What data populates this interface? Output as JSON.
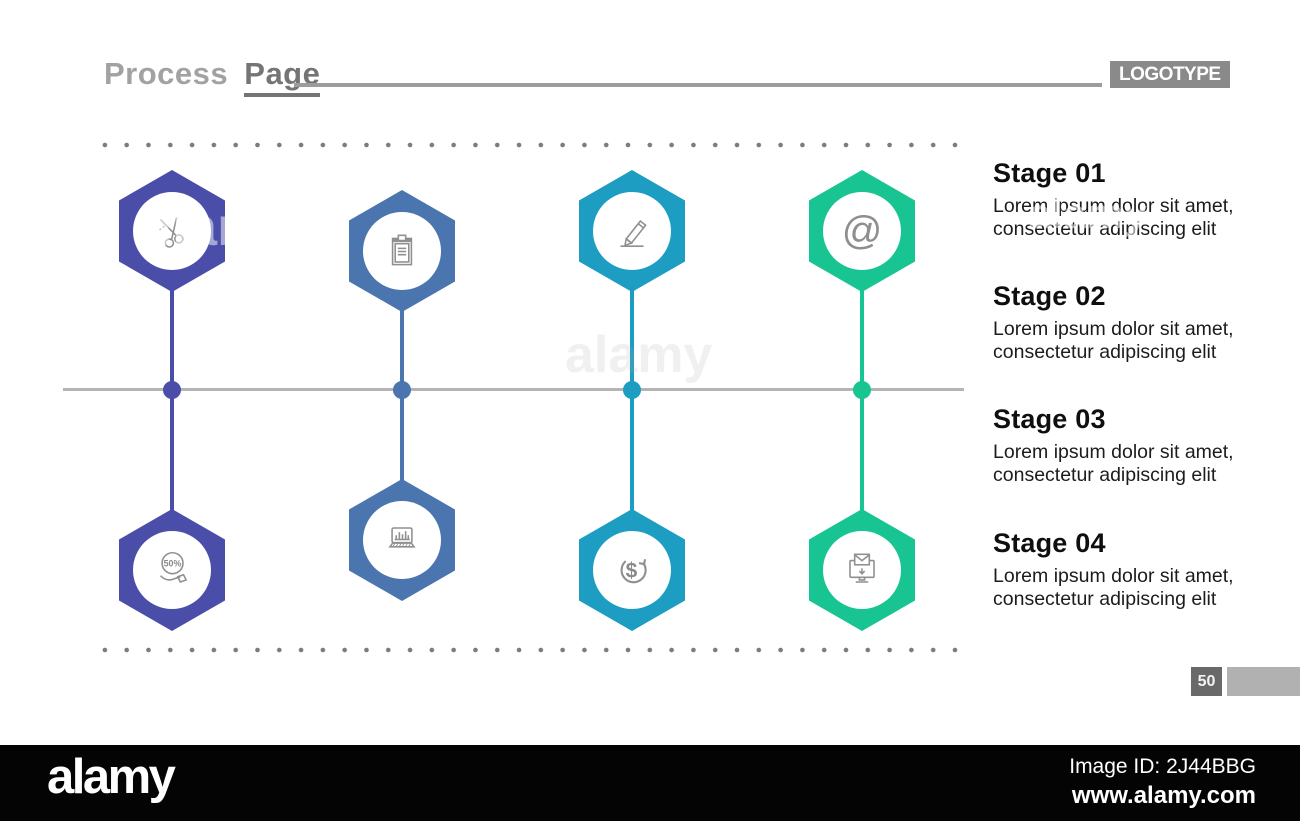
{
  "header": {
    "title_part1": "Process",
    "title_part2": "Page",
    "logotype": "LOGOTYPE"
  },
  "stages": [
    {
      "title": "Stage 01",
      "line1": "Lorem ipsum dolor sit amet,",
      "line2": "consectetur adipiscing elit"
    },
    {
      "title": "Stage 02",
      "line1": "Lorem ipsum dolor sit amet,",
      "line2": "consectetur adipiscing elit"
    },
    {
      "title": "Stage 03",
      "line1": "Lorem ipsum dolor sit amet,",
      "line2": "consectetur adipiscing elit"
    },
    {
      "title": "Stage 04",
      "line1": "Lorem ipsum dolor sit amet,",
      "line2": "consectetur adipiscing elit"
    }
  ],
  "process_columns": [
    {
      "color": "#4a4ea8",
      "top_icon": "scissors-icon",
      "bottom_icon": "hand-50-percent-icon"
    },
    {
      "color": "#4a75ae",
      "top_icon": "clipboard-icon",
      "bottom_icon": "laptop-chart-icon"
    },
    {
      "color": "#1c9dc1",
      "top_icon": "pencil-icon",
      "bottom_icon": "dollar-refresh-icon"
    },
    {
      "color": "#17c492",
      "top_icon": "at-sign-icon",
      "bottom_icon": "email-download-icon"
    }
  ],
  "icon_labels": {
    "discount": "50%",
    "at_sign": "@",
    "dollar": "$"
  },
  "page_number": "50",
  "watermark": {
    "text": "alamy"
  },
  "footer": {
    "brand": "alamy",
    "image_id": "Image ID: 2J44BBG",
    "website": "www.alamy.com"
  }
}
